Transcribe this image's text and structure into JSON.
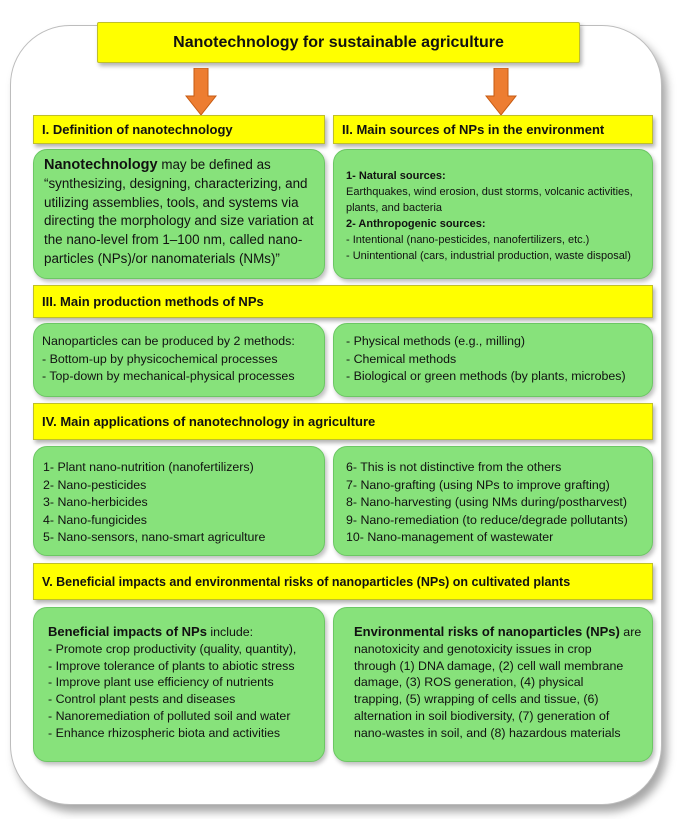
{
  "title": "Nanotechnology for sustainable agriculture",
  "sections": {
    "s1": {
      "heading": "I. Definition of nanotechnology",
      "lead": "Nanotechnology",
      "text_lines": [
        " may be defined as",
        "“synthesizing, designing, characterizing, and",
        "utilizing assemblies, tools, and systems via",
        "directing the morphology and size variation at",
        "the nano-level from 1–100 nm, called nano-",
        "particles (NPs)/or nanomaterials (NMs)”"
      ]
    },
    "s2": {
      "heading": "II. Main sources of NPs in the environment",
      "natural_heading": "1- Natural sources:",
      "natural_lines": [
        "Earthquakes, wind erosion, dust storms, volcanic activities,",
        "plants, and bacteria"
      ],
      "anthro_heading": "2- Anthropogenic sources:",
      "anthro_lines": [
        "- Intentional (nano-pesticides, nanofertilizers, etc.)",
        "- Unintentional (cars, industrial production, waste disposal)"
      ]
    },
    "s3": {
      "heading": "III. Main production methods of NPs",
      "left_lines": [
        "Nanoparticles can be produced by 2 methods:",
        "- Bottom-up by physicochemical processes",
        "- Top-down by mechanical-physical processes"
      ],
      "right_lines": [
        "- Physical methods (e.g., milling)",
        "- Chemical methods",
        "- Biological or green methods (by plants, microbes)"
      ]
    },
    "s4": {
      "heading": "IV. Main applications of nanotechnology in agriculture",
      "left_lines": [
        "1- Plant nano-nutrition (nanofertilizers)",
        "2- Nano-pesticides",
        "3- Nano-herbicides",
        "4- Nano-fungicides",
        "5- Nano-sensors, nano-smart agriculture"
      ],
      "right_lines": [
        "6- This is not distinctive from the others",
        "7- Nano-grafting (using NPs to improve grafting)",
        "8- Nano-harvesting (using NMs during/postharvest)",
        "9- Nano-remediation (to reduce/degrade pollutants)",
        "10- Nano-management of wastewater"
      ]
    },
    "s5": {
      "heading": "V. Beneficial impacts and environmental risks of nanoparticles (NPs) on cultivated plants",
      "left_lead": "Beneficial impacts of NPs",
      "left_lead_rest": " include:",
      "left_lines": [
        "- Promote crop productivity (quality, quantity),",
        "- Improve tolerance of plants to abiotic stress",
        "- Improve plant use efficiency of nutrients",
        "- Control plant pests and diseases",
        "- Nanoremediation of polluted soil and water",
        "- Enhance rhizospheric biota and activities"
      ],
      "right_lead": "Environmental risks of nanoparticles (NPs)",
      "right_lead_rest": " are",
      "right_lines": [
        "nanotoxicity and genotoxicity issues in crop",
        "through (1) DNA damage, (2) cell wall membrane",
        "damage, (3) ROS generation, (4) physical",
        "trapping, (5) wrapping of cells and tissue, (6)",
        "alternation in soil biodiversity, (7) generation of",
        "nano-wastes in soil, and (8) hazardous materials"
      ]
    }
  },
  "colors": {
    "bar": "#ffff00",
    "box": "#87e27b",
    "arrow": "#ed7d31"
  }
}
